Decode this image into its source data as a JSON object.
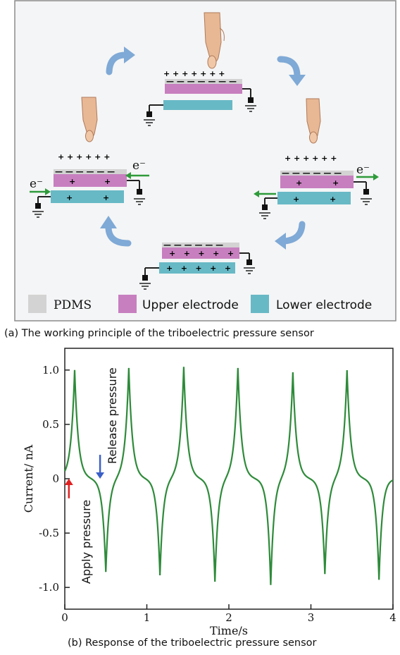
{
  "panel_a": {
    "caption": "(a)  The working principle of the triboelectric pressure sensor",
    "legend": [
      {
        "label": "PDMS",
        "color": "#d3d3d3"
      },
      {
        "label": "Upper electrode",
        "color": "#c77fbf"
      },
      {
        "label": "Lower electrode",
        "color": "#68b9c6"
      }
    ],
    "electron_label": "e⁻",
    "arrow_color": "#7fa9d6",
    "flow_arrow_color": "#2e9b3a"
  },
  "panel_b": {
    "caption": "(b)  Response of the triboelectric pressure sensor",
    "apply_label": "Apply pressure",
    "release_label": "Release pressure",
    "apply_arrow_color": "#e02020",
    "release_arrow_color": "#3a5fc8"
  },
  "chart_data": {
    "type": "line",
    "title": "",
    "xlabel": "Time/s",
    "ylabel": "Current/ nA",
    "xlim": [
      0,
      4
    ],
    "ylim": [
      -1.2,
      1.2
    ],
    "x_ticks": [
      0,
      1,
      2,
      3,
      4
    ],
    "y_ticks": [
      1.0,
      0.5,
      0,
      -0.5,
      -1.0
    ],
    "x_tick_labels": [
      "0",
      "1",
      "2",
      "3",
      "4"
    ],
    "y_tick_labels": [
      "1.0",
      "0.5",
      "0",
      "-0.5",
      "-1.0"
    ],
    "line_color": "#2e8b3a",
    "grid": false,
    "series": [
      {
        "peaks": [
          {
            "x": 0.12,
            "y": 1.0
          },
          {
            "x": 0.78,
            "y": 1.02
          },
          {
            "x": 1.45,
            "y": 1.03
          },
          {
            "x": 2.11,
            "y": 1.02
          },
          {
            "x": 2.78,
            "y": 0.98
          },
          {
            "x": 3.44,
            "y": 1.0
          }
        ],
        "troughs": [
          {
            "x": 0.5,
            "y": -0.86
          },
          {
            "x": 1.16,
            "y": -0.89
          },
          {
            "x": 1.83,
            "y": -0.95
          },
          {
            "x": 2.51,
            "y": -0.98
          },
          {
            "x": 3.17,
            "y": -0.88
          },
          {
            "x": 3.83,
            "y": -0.93
          }
        ]
      }
    ]
  }
}
